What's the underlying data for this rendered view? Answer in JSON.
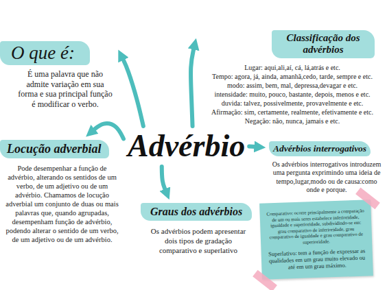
{
  "diagram": {
    "nodes": [
      {
        "text": [
          "O que é:",
          "É uma palavra que não admite variação em sua forma e sua principal função é modificar o verbo."
        ]
      },
      {
        "text": [
          "Classificação dos advérbios",
          "Lugar: aqui,ali,aí, cá, lá,atrás e etc.",
          "Tempo: agora, já, ainda, amanhã,cedo, tarde, sempre e etc.",
          "modo: assim, bem, mal, depressa,devagar e etc.",
          "intensidade: muito, pouco, bastante, depois, menos e etc.",
          "duvida: talvez, possivelmente, provavelmente e etc.",
          "Afirmação: sim, certamente, realmente, efetivamente e etc.",
          "Negação: não, nunca, jamais e etc."
        ]
      },
      {
        "text": [
          "Advérbio"
        ]
      },
      {
        "text": [
          "Locução adverbial",
          "Pode desempenhar a função de advérbio, alterando os sentidos de um verbo, de um adjetivo ou de um advérbio. Chamamos de locução adverbial um conjunto de duas ou mais palavras que, quando agrupadas, desempenham função de advérbio, podendo alterar o sentido de um verbo, de um adjetivo ou de um advérbio."
        ]
      },
      {
        "text": [
          "Advérbios interrogativos",
          "Os advérbios interrogativos introduzem uma pergunta exprimindo uma ideia de tempo,lugar,modo ou de causa:como onde e porque."
        ]
      },
      {
        "text": [
          "Graus dos advérbios",
          "Os advérbios podem apresentar dois tipos de gradação comparativo e superlativo"
        ]
      },
      {
        "text": [
          "Comparativo: ocorre principalmente a comparação de um ou mais seres estabelece inferioridade, igualdade e superioridade, subdividindo-se em: grau comparativo de inferioridade, grau comparativo de igualdade e grau comparativo de superioridade.",
          "Superlativo: tem a função de expressar as qualidades em um grau muito elevado ou até em um grau máximo."
        ]
      }
    ],
    "edges": [
      {
        "from": 2,
        "to": 0,
        "arrow": "to"
      },
      {
        "from": 2,
        "to": 1,
        "arrow": "to"
      },
      {
        "from": 2,
        "to": 3,
        "arrow": "to"
      },
      {
        "from": 2,
        "to": 4,
        "arrow": "to"
      },
      {
        "from": 2,
        "to": 5,
        "arrow": "to"
      }
    ]
  }
}
